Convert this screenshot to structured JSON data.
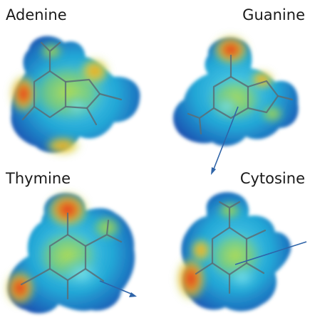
{
  "molecules": [
    {
      "label": "Adenine"
    },
    {
      "label": "Guanine"
    },
    {
      "label": "Thymine"
    },
    {
      "label": "Cytosine"
    }
  ],
  "colors": {
    "negative": "#e2231a",
    "partial_negative": "#f7a11b",
    "neutral": "#a6d64a",
    "partial_positive": "#2fb6d8",
    "positive": "#1a3fa8",
    "dipole_arrow": "#2f64a8"
  }
}
